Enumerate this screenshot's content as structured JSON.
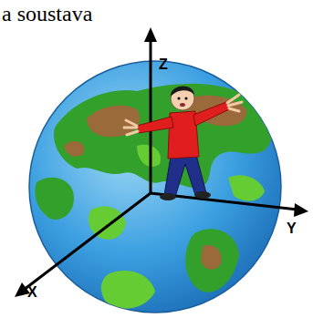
{
  "diagram": {
    "labels": [
      "a soustava",
      "Z",
      "Y",
      "X"
    ]
  }
}
